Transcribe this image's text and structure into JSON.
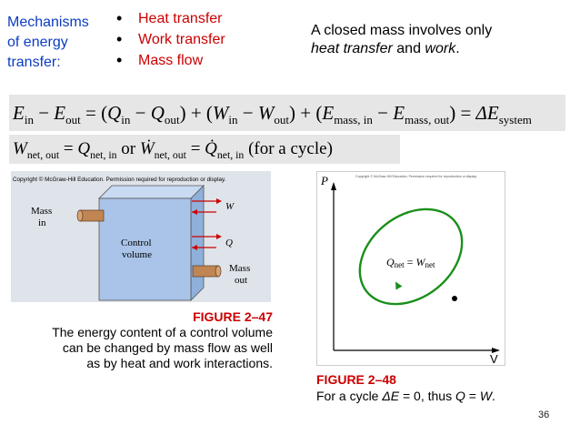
{
  "label": {
    "line1": "Mechanisms",
    "line2": "of energy",
    "line3": "transfer:"
  },
  "bullets": [
    "Heat transfer",
    "Work transfer",
    "Mass flow"
  ],
  "closed": {
    "pre": "A closed mass involves only",
    "heat": "heat transfer",
    "and": " and ",
    "work": "work",
    "end": "."
  },
  "eq1": {
    "E": "E",
    "in": "in",
    "minus": " − ",
    "out": "out",
    "eq": " = ",
    "Q": "Q",
    "W": "W",
    "plus": " + ",
    "massin": "mass, in",
    "massout": "mass, out",
    "delta": "ΔE",
    "system": "system"
  },
  "eq2": {
    "W": "W",
    "netout": "net, out",
    "eq": " = ",
    "Q": "Q",
    "netin": "net, in",
    "or": "  or  ",
    "cycle": "  (for a cycle)"
  },
  "fig47": {
    "copyright": "Copyright © McGraw-Hill Education. Permission required for reproduction or display.",
    "mass_in_1": "Mass",
    "mass_in_2": "in",
    "cv_1": "Control",
    "cv_2": "volume",
    "w": "W",
    "q": "Q",
    "mass_out_1": "Mass",
    "mass_out_2": "out"
  },
  "fig47_caption": {
    "title": "FIGURE 2–47",
    "text1": "The energy content of a control volume",
    "text2": "can be changed by mass flow as well",
    "text3": "as by heat and work interactions."
  },
  "fig48": {
    "copyright": "Copyright © McGraw-Hill Education. Permission required for reproduction or display.",
    "p": "P",
    "v": "V",
    "qnet": "Q",
    "net1": "net",
    "eq": " = ",
    "wnet": "W",
    "net2": "net"
  },
  "fig48_caption": {
    "title": "FIGURE 2–48",
    "pre": "For a cycle ",
    "dE": "ΔE",
    "mid": " = 0, thus ",
    "Q": "Q",
    "eq": " = ",
    "W": "W",
    "end": "."
  },
  "page_number": "36",
  "colors": {
    "accent_blue": "#0b3cc4",
    "accent_red": "#cc0000",
    "control_volume": "#a9c4e8"
  }
}
